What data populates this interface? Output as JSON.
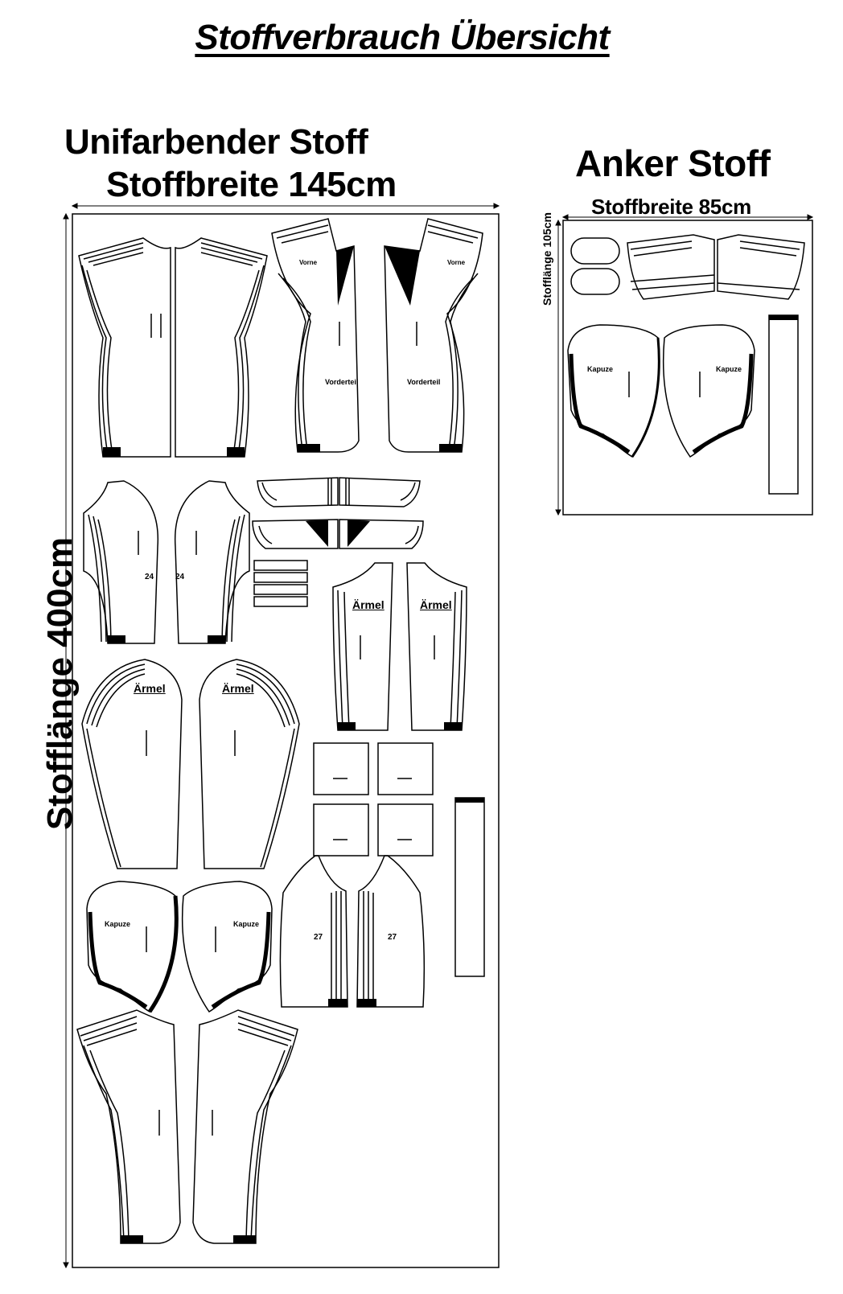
{
  "header": {
    "title": "Stoffverbrauch Übersicht"
  },
  "unifarben": {
    "title": "Unifarbender Stoff",
    "width_label": "Stoffbreite 145cm",
    "length_label": "Stofflänge 400cm"
  },
  "anker": {
    "title": "Anker Stoff",
    "width_label": "Stoffbreite 85cm",
    "length_label": "Stofflänge 105cm"
  },
  "pieces": {
    "aermel": "Ärmel",
    "kapuze": "Kapuze",
    "vorderteil": "Vorderteil",
    "vorne": "Vorne",
    "number_24": "24",
    "number_27": "27"
  },
  "colors": {
    "line": "#000000",
    "background": "#ffffff"
  }
}
